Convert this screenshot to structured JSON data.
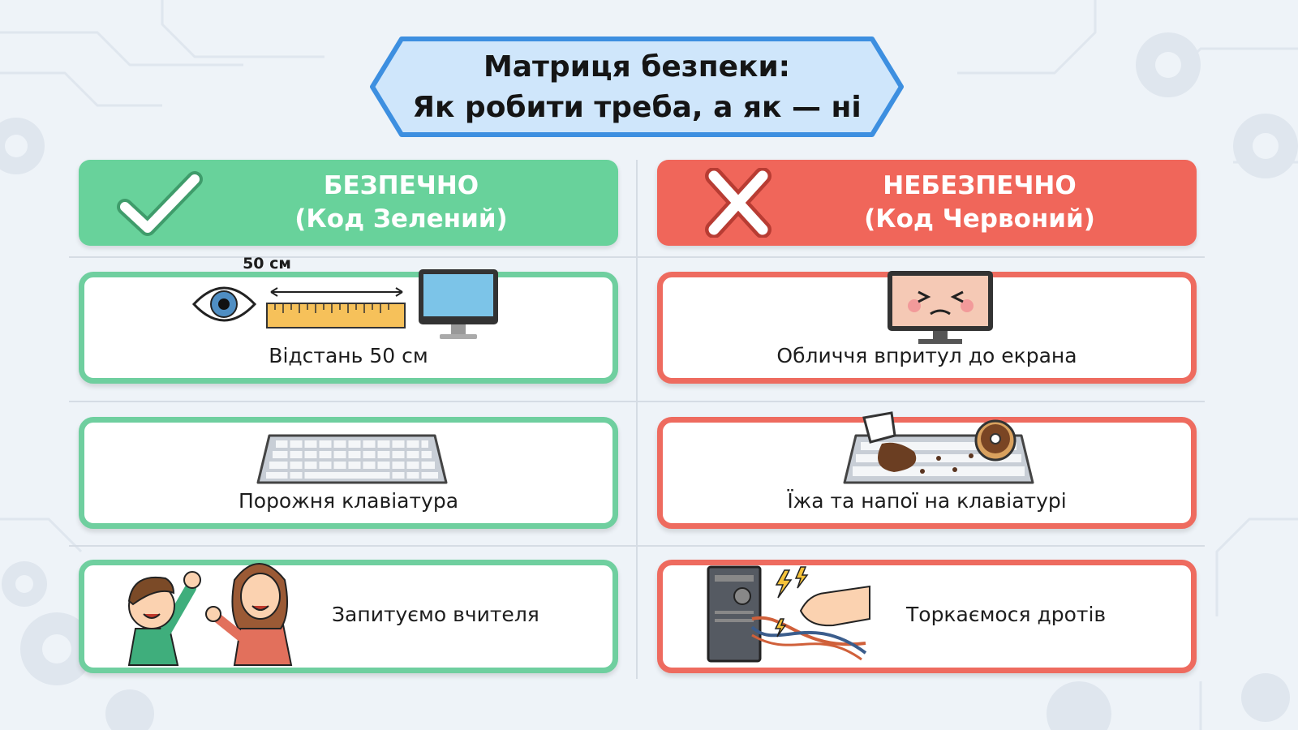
{
  "title": {
    "line1": "Матриця безпеки:",
    "line2": "Як робити треба, а як — ні"
  },
  "columns": {
    "safe": {
      "heading": "БЕЗПЕЧНО",
      "subheading": "(Код Зелений)",
      "icon": "check-icon",
      "color": "#68d29b"
    },
    "unsafe": {
      "heading": "НЕБЕЗПЕЧНО",
      "subheading": "(Код Червоний)",
      "icon": "x-icon",
      "color": "#f0665a"
    }
  },
  "rows": [
    {
      "safe": {
        "label": "Відстань 50 см",
        "ruler_label": "50 см",
        "illustration": "eye-ruler-monitor"
      },
      "unsafe": {
        "label": "Обличчя впритул до екрана",
        "illustration": "squinting-monitor"
      }
    },
    {
      "safe": {
        "label": "Порожня клавіатура",
        "illustration": "clean-keyboard"
      },
      "unsafe": {
        "label": "Їжа та напої на клавіатурі",
        "illustration": "keyboard-coffee-donut"
      }
    },
    {
      "safe": {
        "label": "Запитуємо вчителя",
        "illustration": "child-and-teacher"
      },
      "unsafe": {
        "label": "Торкаємося дротів",
        "illustration": "hand-grabbing-wires"
      }
    }
  ]
}
